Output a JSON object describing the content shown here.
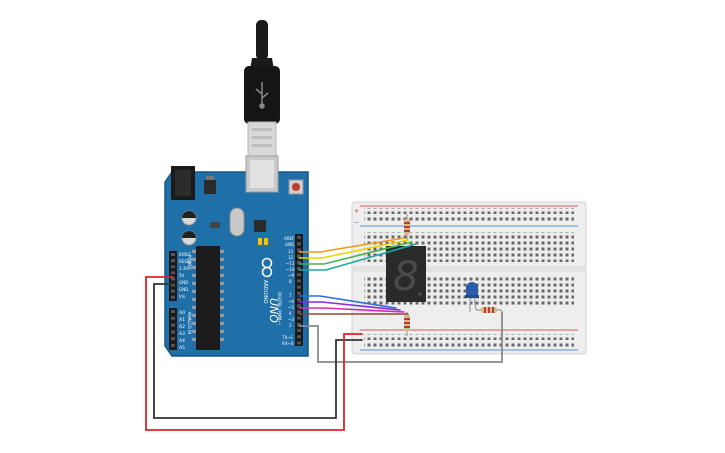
{
  "arduino": {
    "brand": "ARDUINO",
    "model": "UNO",
    "header_top": {
      "aref": "AREF",
      "gnd": "GND",
      "pins": [
        "13",
        "12",
        "~11",
        "~10",
        "~9",
        "8",
        "7",
        "~6",
        "~5",
        "4",
        "~3",
        "2",
        "TX→1",
        "RX←0"
      ],
      "section": "DIGITAL (PWM~)"
    },
    "header_power": {
      "pins": [
        "IOREF",
        "RESET",
        "3.3V",
        "5V",
        "GND",
        "GND",
        "Vin"
      ],
      "section": "POWER"
    },
    "header_analog": {
      "pins": [
        "A0",
        "A1",
        "A2",
        "A3",
        "A4",
        "A5"
      ],
      "section": "ANALOG IN"
    }
  },
  "breadboard": {
    "plus": "+",
    "minus": "−"
  },
  "display": {
    "digit": "8"
  },
  "colors": {
    "board": "#1f6fa8",
    "board_edge": "#17578a",
    "wire_red": "#d7262b",
    "wire_black": "#333333",
    "wire_gray": "#8a8a8a",
    "wire_orange": "#f59a1e",
    "wire_yellow": "#e8d600",
    "wire_green": "#4caf50",
    "wire_teal": "#1fa5a0",
    "wire_blue": "#2a6fd6",
    "wire_purple": "#8a2bd6",
    "wire_magenta": "#d62bb8",
    "wire_brown": "#8a4a2b",
    "led": "#2a5cab"
  }
}
